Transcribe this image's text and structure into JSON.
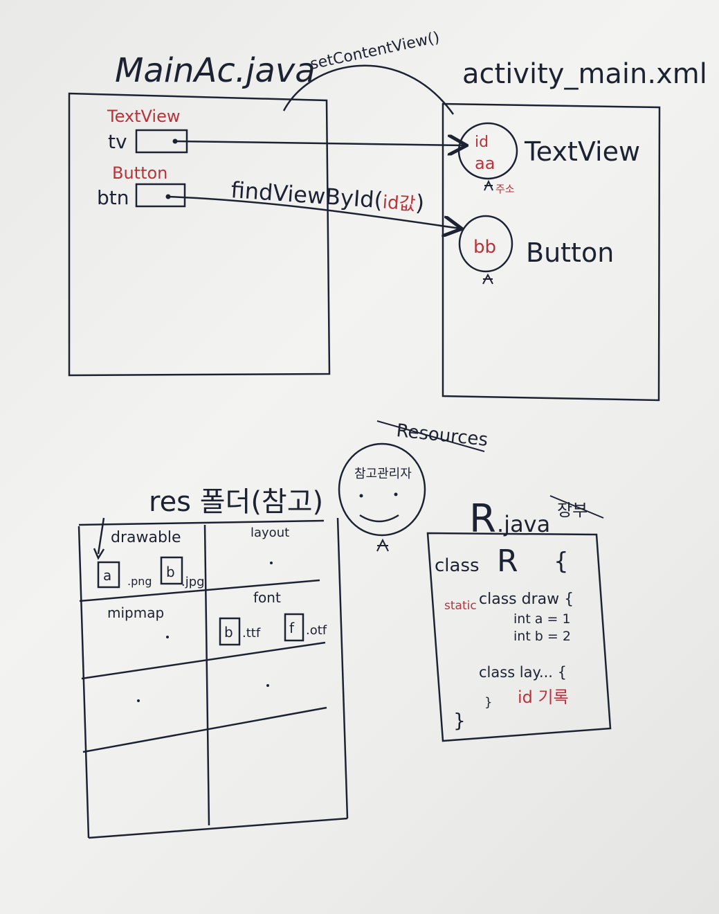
{
  "colors": {
    "ink": "#1d2233",
    "red": "#b8333a",
    "board": "#efefed"
  },
  "main_activity": {
    "title": "MainAc.java",
    "textview_type": "TextView",
    "textview_var": "tv",
    "button_type": "Button",
    "button_var": "btn"
  },
  "set_content_view": "setContentView()",
  "find_view_by_id": {
    "prefix": "findViewById(",
    "arg": "id값",
    "suffix": ")"
  },
  "layout_xml": {
    "title": "activity_main.xml",
    "textview_id_top": "id",
    "textview_id_bottom": "aa",
    "textview_note": "주소",
    "textview_label": "TextView",
    "button_id": "bb",
    "button_label": "Button"
  },
  "resources_manager": {
    "label": "Resources",
    "face_caption": "참고관리자"
  },
  "res_folder": {
    "title": "res 폴더(참고)",
    "cells": {
      "drawable": "drawable",
      "layout": "layout",
      "mipmap": "mipmap",
      "font": "font"
    },
    "drawable_file_a": "a",
    "drawable_file_a_ext": ".png",
    "drawable_file_b": "b",
    "drawable_file_b_ext": ".jpg",
    "font_file_b": "b",
    "font_file_b_ext": ".ttf",
    "font_file_f": "f",
    "font_file_f_ext": ".otf"
  },
  "r_java": {
    "title_letter": "R",
    "title_ext": ".java",
    "title_note": "장부",
    "class_keyword": "class",
    "class_name": "R",
    "open_brace": "{",
    "static_kw": "static",
    "inner_class": "class draw {",
    "line_a": "int a = 1",
    "line_b": "int b = 2",
    "line_layout": "class lay... {",
    "line_id": "id 기록",
    "close_inner": "}",
    "close_outer": "}"
  }
}
